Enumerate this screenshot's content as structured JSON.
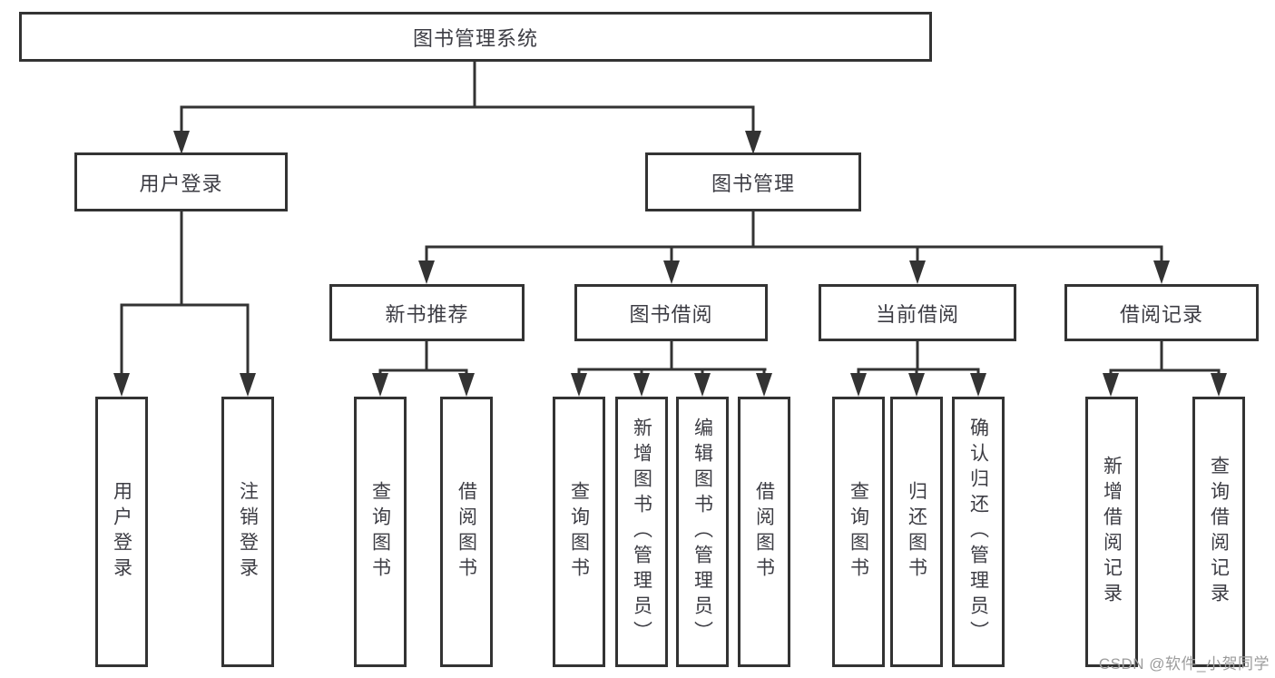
{
  "diagram": {
    "title": "图书管理系统",
    "level2": [
      {
        "label": "用户登录"
      },
      {
        "label": "图书管理"
      }
    ],
    "level3": [
      {
        "label": "新书推荐"
      },
      {
        "label": "图书借阅"
      },
      {
        "label": "当前借阅"
      },
      {
        "label": "借阅记录"
      }
    ],
    "leaves": [
      {
        "label": "用户登录"
      },
      {
        "label": "注销登录"
      },
      {
        "label": "查询图书"
      },
      {
        "label": "借阅图书"
      },
      {
        "label": "查询图书"
      },
      {
        "label": "新增图书（管理员）"
      },
      {
        "label": "编辑图书（管理员）"
      },
      {
        "label": "借阅图书"
      },
      {
        "label": "查询图书"
      },
      {
        "label": "归还图书"
      },
      {
        "label": "确认归还（管理员）"
      },
      {
        "label": "新增借阅记录"
      },
      {
        "label": "查询借阅记录"
      }
    ],
    "hierarchy": {
      "图书管理系统": {
        "用户登录": [
          "用户登录",
          "注销登录"
        ],
        "图书管理": {
          "新书推荐": [
            "查询图书",
            "借阅图书"
          ],
          "图书借阅": [
            "查询图书",
            "新增图书（管理员）",
            "编辑图书（管理员）",
            "借阅图书"
          ],
          "当前借阅": [
            "查询图书",
            "归还图书",
            "确认归还（管理员）"
          ],
          "借阅记录": [
            "新增借阅记录",
            "查询借阅记录"
          ]
        }
      }
    },
    "watermark": "CSDN @软件_小贺同学",
    "colors": {
      "stroke": "#333333",
      "text": "#3d3d44",
      "background": "#ffffff",
      "watermark": "#9c9c9c"
    }
  }
}
